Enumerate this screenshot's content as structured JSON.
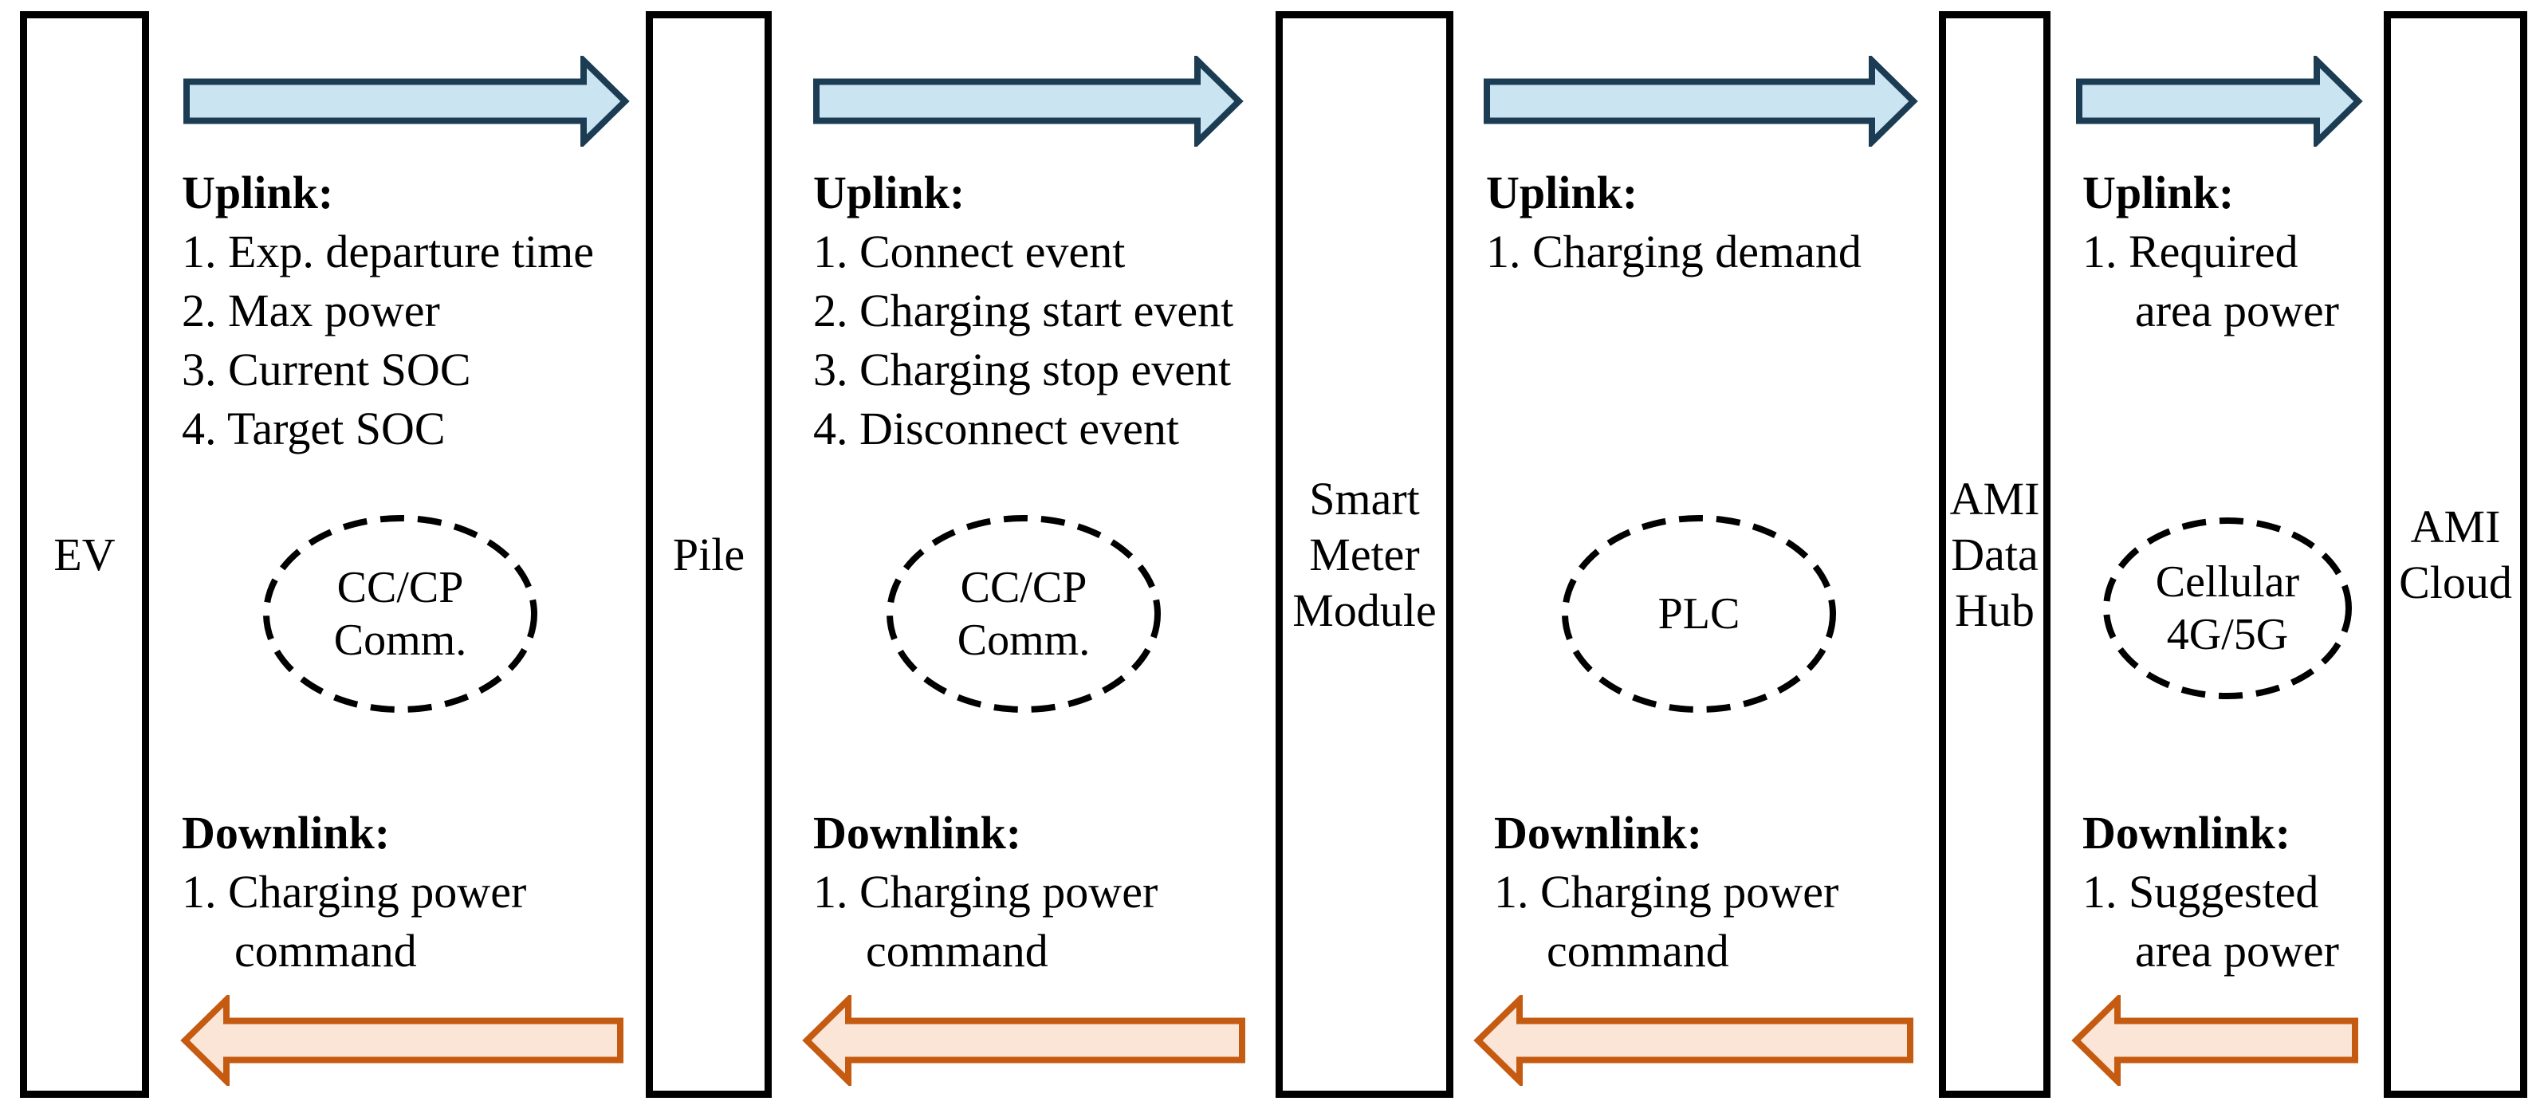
{
  "diagram": {
    "title_hint": "EV charging communication chain diagram",
    "nodes": [
      {
        "label": "EV"
      },
      {
        "label": "Pile"
      },
      {
        "label": "Smart\nMeter\nModule"
      },
      {
        "label": "AMI\nData\nHub"
      },
      {
        "label": "AMI\nCloud"
      }
    ],
    "links": [
      {
        "medium": "CC/CP\nComm.",
        "uplink": {
          "title": "Uplink:",
          "items": [
            "1. Exp. departure time",
            "2. Max power",
            "3. Current SOC",
            "4. Target SOC"
          ]
        },
        "downlink": {
          "title": "Downlink:",
          "items": [
            "1. Charging power",
            "command"
          ]
        }
      },
      {
        "medium": "CC/CP\nComm.",
        "uplink": {
          "title": "Uplink:",
          "items": [
            "1. Connect event",
            "2. Charging start event",
            "3. Charging stop event",
            "4. Disconnect event"
          ]
        },
        "downlink": {
          "title": "Downlink:",
          "items": [
            "1. Charging power",
            "command"
          ]
        }
      },
      {
        "medium": "PLC",
        "uplink": {
          "title": "Uplink:",
          "items": [
            "1. Charging demand"
          ]
        },
        "downlink": {
          "title": "Downlink:",
          "items": [
            "1. Charging power",
            "command"
          ]
        }
      },
      {
        "medium": "Cellular\n4G/5G",
        "uplink": {
          "title": "Uplink:",
          "items": [
            "1. Required",
            "area power"
          ]
        },
        "downlink": {
          "title": "Downlink:",
          "items": [
            "1. Suggested",
            "area power"
          ]
        }
      }
    ],
    "colors": {
      "uplink_arrow_fill": "#cbe4f1",
      "uplink_arrow_border": "#1b3c52",
      "downlink_arrow_fill": "#fbe5d6",
      "downlink_arrow_border": "#c55a11",
      "box_border": "#000000",
      "ellipse_border": "#000000",
      "text": "#000000",
      "background": "#ffffff"
    }
  }
}
